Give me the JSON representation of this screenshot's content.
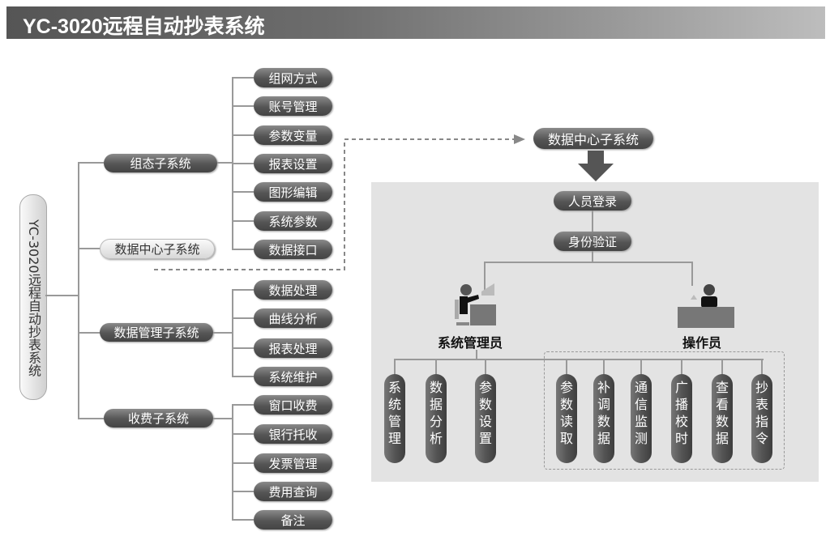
{
  "header": {
    "title": "YC-3020远程自动抄表系统"
  },
  "root": {
    "label": "YC-3020远程自动抄表系统"
  },
  "subsystems": {
    "config": {
      "label": "组态子系统",
      "items": [
        "组网方式",
        "账号管理",
        "参数变量",
        "报表设置",
        "图形编辑",
        "系统参数",
        "数据接口"
      ]
    },
    "datacenter": {
      "label": "数据中心子系统"
    },
    "datamgmt": {
      "label": "数据管理子系统",
      "items": [
        "数据处理",
        "曲线分析",
        "报表处理",
        "系统维护"
      ]
    },
    "billing": {
      "label": "收费子系统",
      "items": [
        "窗口收费",
        "银行托收",
        "发票管理",
        "费用查询",
        "备注"
      ]
    }
  },
  "detail": {
    "title": "数据中心子系统",
    "login": "人员登录",
    "verify": "身份验证",
    "admin": {
      "label": "系统管理员",
      "items": [
        "系统管理",
        "数据分析",
        "参数设置"
      ]
    },
    "operator": {
      "label": "操作员",
      "items": [
        "参数读取",
        "补调数据",
        "通信监测",
        "广播校时",
        "查看数据",
        "抄表指令"
      ]
    }
  }
}
